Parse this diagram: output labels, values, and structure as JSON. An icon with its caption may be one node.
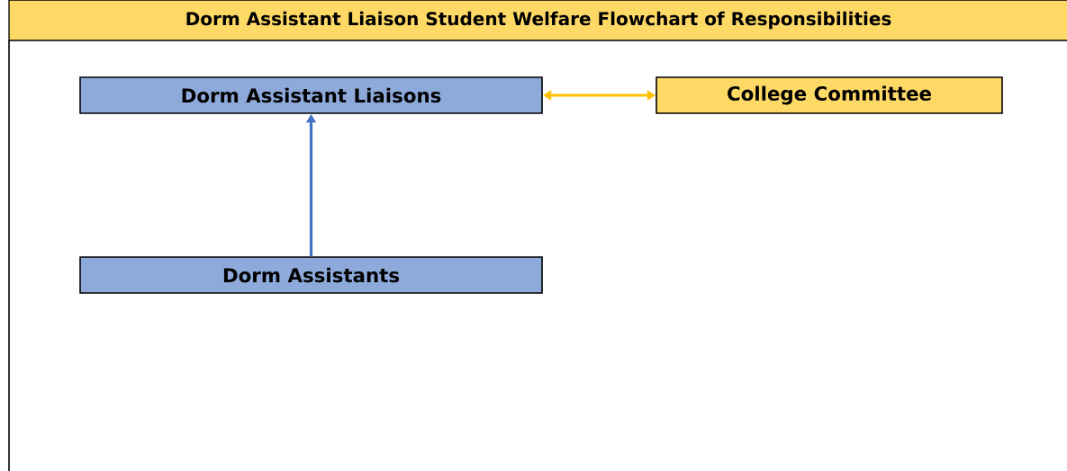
{
  "diagram": {
    "title": "Dorm Assistant Liaison Student Welfare Flowchart of Responsibilities",
    "nodes": [
      {
        "text": [
          "Dorm Assistant Liaisons"
        ]
      },
      {
        "text": [
          "College Committee"
        ]
      },
      {
        "text": [
          "Dorm Assistants"
        ]
      }
    ],
    "edges": [
      {
        "from": 0,
        "to": 1,
        "arrow": "both",
        "color": "#ffc000"
      },
      {
        "from": 2,
        "to": 0,
        "arrow": "to",
        "color": "#4472c4"
      }
    ]
  }
}
